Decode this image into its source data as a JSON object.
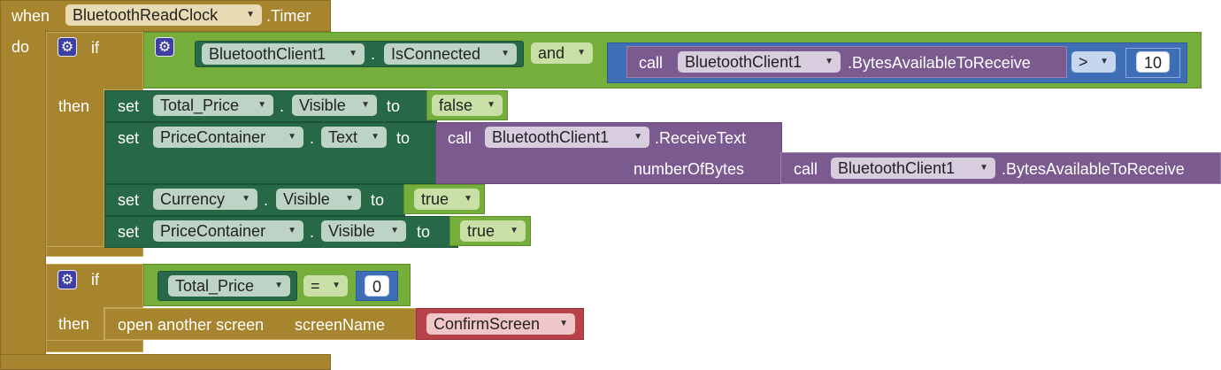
{
  "event": {
    "when": "when",
    "component": "BluetoothReadClock",
    "event_name": ".Timer",
    "do": "do"
  },
  "if1": {
    "if_label": "if",
    "then_label": "then",
    "cond": {
      "component": "BluetoothClient1",
      "property": "IsConnected",
      "and_op": "and",
      "call": "call",
      "call_component": "BluetoothClient1",
      "call_property": ".BytesAvailableToReceive",
      "compare_op": ">",
      "compare_value": "10"
    },
    "statements": [
      {
        "set": "set",
        "component": "Total_Price",
        "property": "Visible",
        "to": "to",
        "value": "false"
      },
      {
        "set": "set",
        "component": "PriceContainer",
        "property": "Text",
        "to": "to",
        "call": "call",
        "call_component": "BluetoothClient1",
        "method": ".ReceiveText",
        "param_label": "numberOfBytes",
        "param_call": "call",
        "param_component": "BluetoothClient1",
        "param_property": ".BytesAvailableToReceive"
      },
      {
        "set": "set",
        "component": "Currency",
        "property": "Visible",
        "to": "to",
        "value": "true"
      },
      {
        "set": "set",
        "component": "PriceContainer",
        "property": "Visible",
        "to": "to",
        "value": "true"
      }
    ]
  },
  "if2": {
    "if_label": "if",
    "then_label": "then",
    "cond": {
      "component": "Total_Price",
      "op": "=",
      "value": "0"
    },
    "action": {
      "label": "open another screen",
      "param": "screenName",
      "screen": "ConfirmScreen"
    }
  },
  "colors": {
    "event": "#A6852E",
    "logic": "#76AE3B",
    "math": "#3E6FB6",
    "component": "#7A5A8F",
    "setter": "#276846",
    "text": "#B8424A"
  },
  "icons": {
    "mutator": "gear-icon",
    "dropdown": "dropdown-arrow-icon"
  }
}
